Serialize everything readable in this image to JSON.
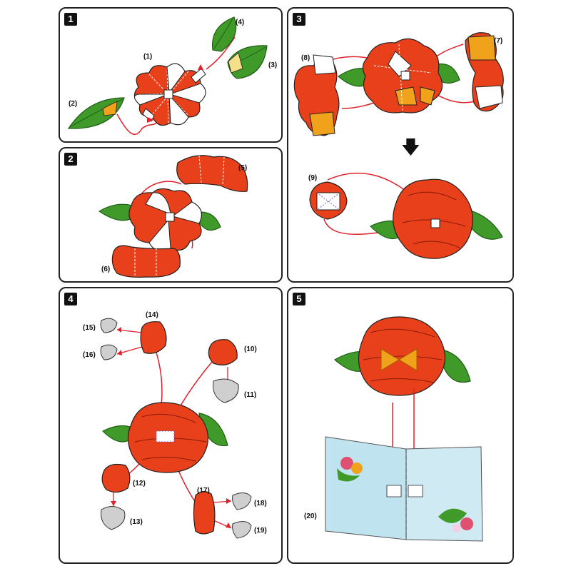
{
  "panels": [
    {
      "step": "1",
      "labels": [
        "(1)",
        "(2)",
        "(3)",
        "(4)"
      ]
    },
    {
      "step": "2",
      "labels": [
        "(5)",
        "(6)"
      ]
    },
    {
      "step": "3",
      "labels": [
        "(7)",
        "(8)",
        "(9)"
      ]
    },
    {
      "step": "4",
      "labels": [
        "(10)",
        "(11)",
        "(12)",
        "(13)",
        "(14)",
        "(15)",
        "(16)",
        "(17)",
        "(18)",
        "(19)"
      ]
    },
    {
      "step": "5",
      "labels": [
        "(20)"
      ]
    }
  ],
  "down_arrow": "🡇",
  "colors": {
    "petal": "#e8401a",
    "petal_dark": "#c22a0c",
    "leaf": "#3f9a2a",
    "leaf_dark": "#1f5e14",
    "thread": "#e0202a",
    "grey_piece": "#cfcfcf",
    "card": "#bfe3ef",
    "hatch": "#f0a21a"
  }
}
